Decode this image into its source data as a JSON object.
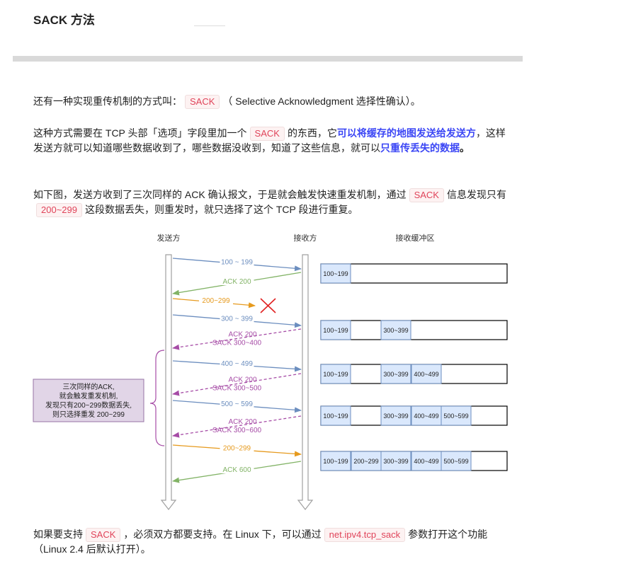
{
  "title": "SACK 方法",
  "p1": {
    "before": "还有一种实现重传机制的方式叫：",
    "code": "SACK",
    "after": "（ Selective Acknowledgment 选择性确认）。"
  },
  "p2": {
    "t1": "这种方式需要在 TCP 头部「选项」字段里加一个",
    "code": "SACK",
    "t2": "的东西，它",
    "hl1": "可以将缓存的地图发送给发送方",
    "t3": "，这样发送方就可以知道哪些数据收到了，哪些数据没收到，知道了这些信息，就可以",
    "hl2": "只重传丢失的数据",
    "t4": "。"
  },
  "p3": {
    "t1": "如下图，发送方收到了三次同样的 ACK 确认报文，于是就会触发快速重发机制，通过",
    "code1": "SACK",
    "t2": "信息发现只有",
    "code2": "200~299",
    "t3": "这段数据丢失，则重发时，就只选择了这个 TCP 段进行重复。"
  },
  "diagram": {
    "sender": "发送方",
    "receiver": "接收方",
    "buffer": "接收缓冲区",
    "note": [
      "三次同样的ACK,",
      "就会触发重发机制,",
      "发现只有200~299数据丢失,",
      "则只选择重发 200~299"
    ],
    "arrows": [
      {
        "label": "100 ~ 199"
      },
      {
        "label": "ACK 200"
      },
      {
        "label": "200~299"
      },
      {
        "label": "300 ~ 399"
      },
      {
        "label": "ACK 200",
        "label2": "SACK 300~400"
      },
      {
        "label": "400 ~ 499"
      },
      {
        "label": "ACK 200",
        "label2": "SACK 300~500"
      },
      {
        "label": "500 ~ 599"
      },
      {
        "label": "ACK 200",
        "label2": "SACK 300~600"
      },
      {
        "label": "200~299"
      },
      {
        "label": "ACK 600"
      }
    ],
    "buffers": [
      [
        "100~199",
        "",
        "",
        "",
        ""
      ],
      [
        "100~199",
        "",
        "300~399",
        "",
        ""
      ],
      [
        "100~199",
        "",
        "300~399",
        "400~499",
        ""
      ],
      [
        "100~199",
        "",
        "300~399",
        "400~499",
        "500~599"
      ],
      [
        "100~199",
        "200~299",
        "300~399",
        "400~499",
        "500~599"
      ]
    ],
    "colors": {
      "blue": "#6c8ebf",
      "green": "#82b366",
      "orange": "#e69a1e",
      "purple": "#a64ca6",
      "cross": "#e02020",
      "cell": "#dae8fc",
      "note_bg": "#e1d5e7"
    }
  },
  "p4": {
    "t1": "如果要支持",
    "code1": "SACK",
    "t2": "，必须双方都要支持。在 Linux 下，可以通过",
    "code2": "net.ipv4.tcp_sack",
    "t3": "参数打开这个功能（Linux 2.4 后默认打开）。"
  }
}
